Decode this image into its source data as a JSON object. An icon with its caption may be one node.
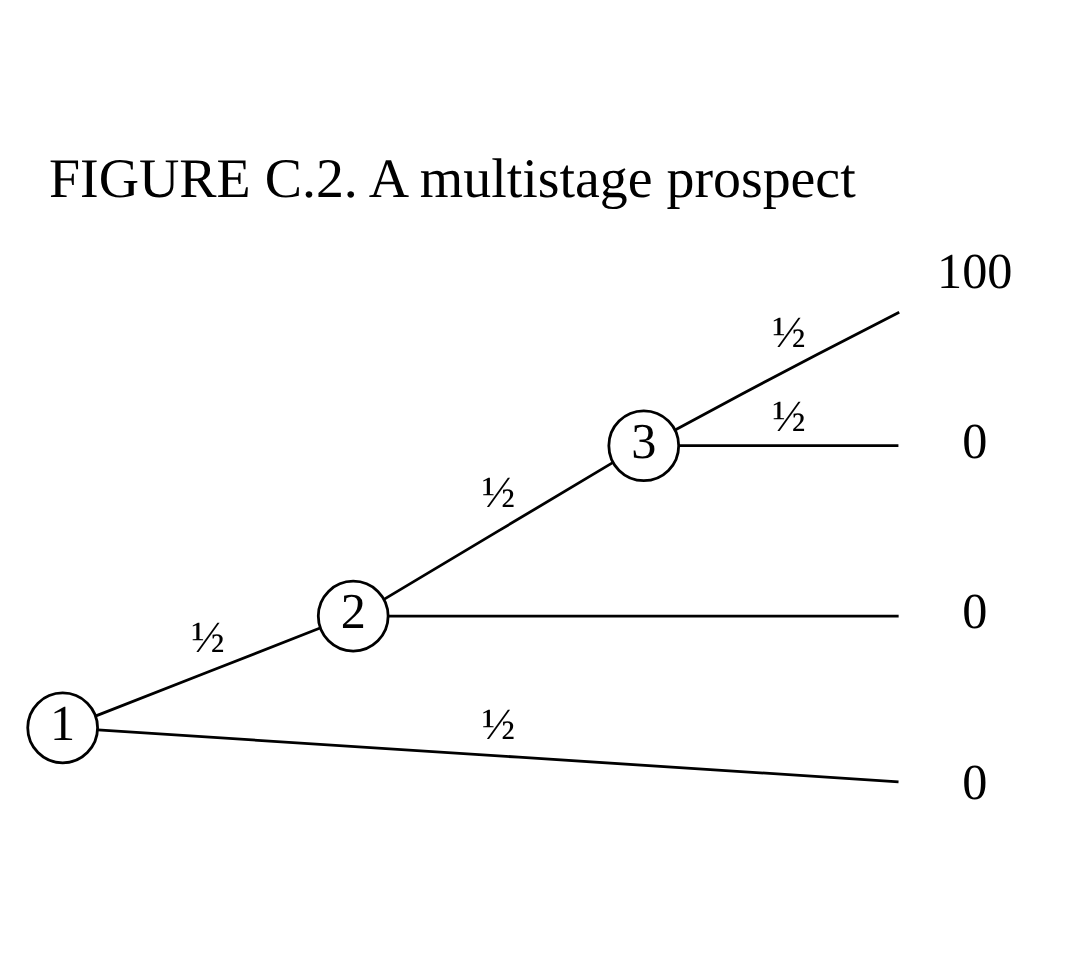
{
  "diagram": {
    "title": "FIGURE C.2. A multistage prospect",
    "nodes": [
      {
        "text": [
          "1"
        ]
      },
      {
        "text": [
          "2"
        ]
      },
      {
        "text": [
          "3"
        ]
      },
      {
        "text": [
          "100"
        ]
      },
      {
        "text": [
          "0"
        ]
      },
      {
        "text": [
          "0"
        ]
      },
      {
        "text": [
          "0"
        ]
      }
    ],
    "edges": [
      {
        "from": 0,
        "to": 1,
        "arrow": "none",
        "label": "½"
      },
      {
        "from": 0,
        "to": 6,
        "arrow": "none",
        "label": "½"
      },
      {
        "from": 1,
        "to": 2,
        "arrow": "none",
        "label": "½"
      },
      {
        "from": 1,
        "to": 5,
        "arrow": "none"
      },
      {
        "from": 2,
        "to": 3,
        "arrow": "none",
        "label": "½"
      },
      {
        "from": 2,
        "to": 4,
        "arrow": "none",
        "label": "½"
      }
    ]
  }
}
